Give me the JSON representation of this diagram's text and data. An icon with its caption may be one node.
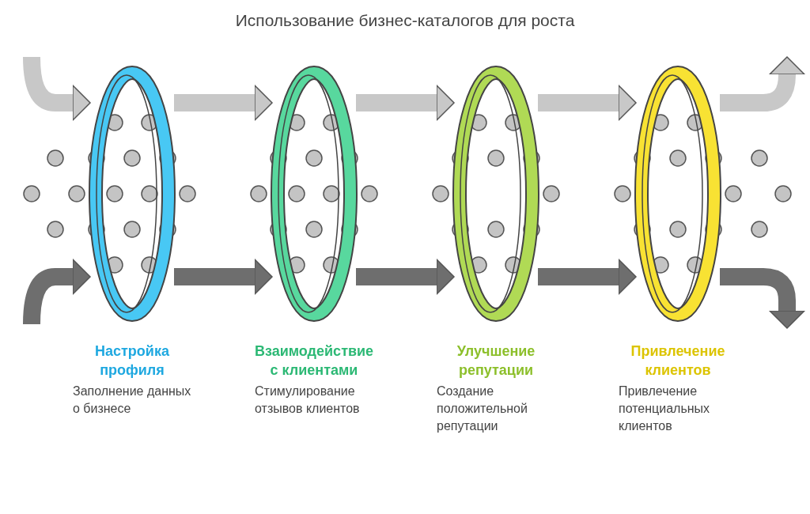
{
  "diagram": {
    "title": "Использование бизнес-каталогов для роста",
    "nodes": [
      {
        "text": [
          "Настройка профиля",
          "Заполнение данных о бизнесе"
        ]
      },
      {
        "text": [
          "Взаимодействие с клиентами",
          "Стимулирование отзывов клиентов"
        ]
      },
      {
        "text": [
          "Улучшение репутации",
          "Создание положительной репутации"
        ]
      },
      {
        "text": [
          "Привлечение клиентов",
          "Привлечение потенциальных клиентов"
        ]
      }
    ],
    "edges": [
      {
        "from": null,
        "to": 0,
        "arrow": "to",
        "color": "#c8c8c8"
      },
      {
        "from": null,
        "to": 0,
        "arrow": "to",
        "color": "#6e6e6e"
      },
      {
        "from": 0,
        "to": 1,
        "arrow": "to",
        "color": "#c8c8c8"
      },
      {
        "from": 0,
        "to": 1,
        "arrow": "to",
        "color": "#6e6e6e"
      },
      {
        "from": 1,
        "to": 2,
        "arrow": "to",
        "color": "#c8c8c8"
      },
      {
        "from": 1,
        "to": 2,
        "arrow": "to",
        "color": "#6e6e6e"
      },
      {
        "from": 2,
        "to": 3,
        "arrow": "to",
        "color": "#c8c8c8"
      },
      {
        "from": 2,
        "to": 3,
        "arrow": "to",
        "color": "#6e6e6e"
      },
      {
        "from": 3,
        "to": null,
        "arrow": "to",
        "color": "#c8c8c8"
      },
      {
        "from": 3,
        "to": null,
        "arrow": "to",
        "color": "#6e6e6e"
      }
    ]
  }
}
